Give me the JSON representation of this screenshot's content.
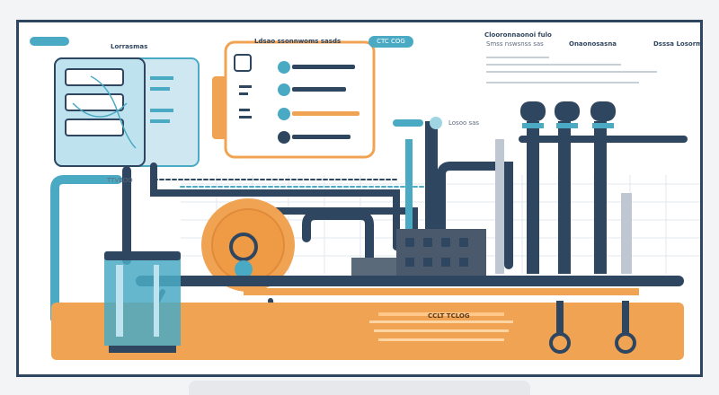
{
  "screen": {
    "colors": {
      "navy": "#2f4660",
      "orange": "#f0a453",
      "teal": "#4aaac4",
      "light_teal": "#bfe3ee",
      "grid": "#e3e8ee"
    }
  },
  "labels": {
    "top_left_pill": "",
    "left_panel_title": "Lorrasmas",
    "center_card_title": "Ldsao ssonnwoms sasds",
    "center_pill": "CTC COG",
    "right_header_title": "Clooronnaonoi fulo",
    "right_header_sub": "Smss nswsnss sas",
    "right_col_a_title": "Onaonosasna",
    "right_col_b_title": "Dsssa Losorme",
    "mid_pill_label": "",
    "mid_small_label": "Losoo sas",
    "lower_panel_title": "CCLT TCLOG",
    "pipe_tag": "TTVEOO"
  },
  "icons": [
    "server-rack-icon",
    "water-tank-icon",
    "pressure-gauge-icon",
    "filter-valve-icon",
    "factory-icon",
    "smokestack-icon"
  ]
}
